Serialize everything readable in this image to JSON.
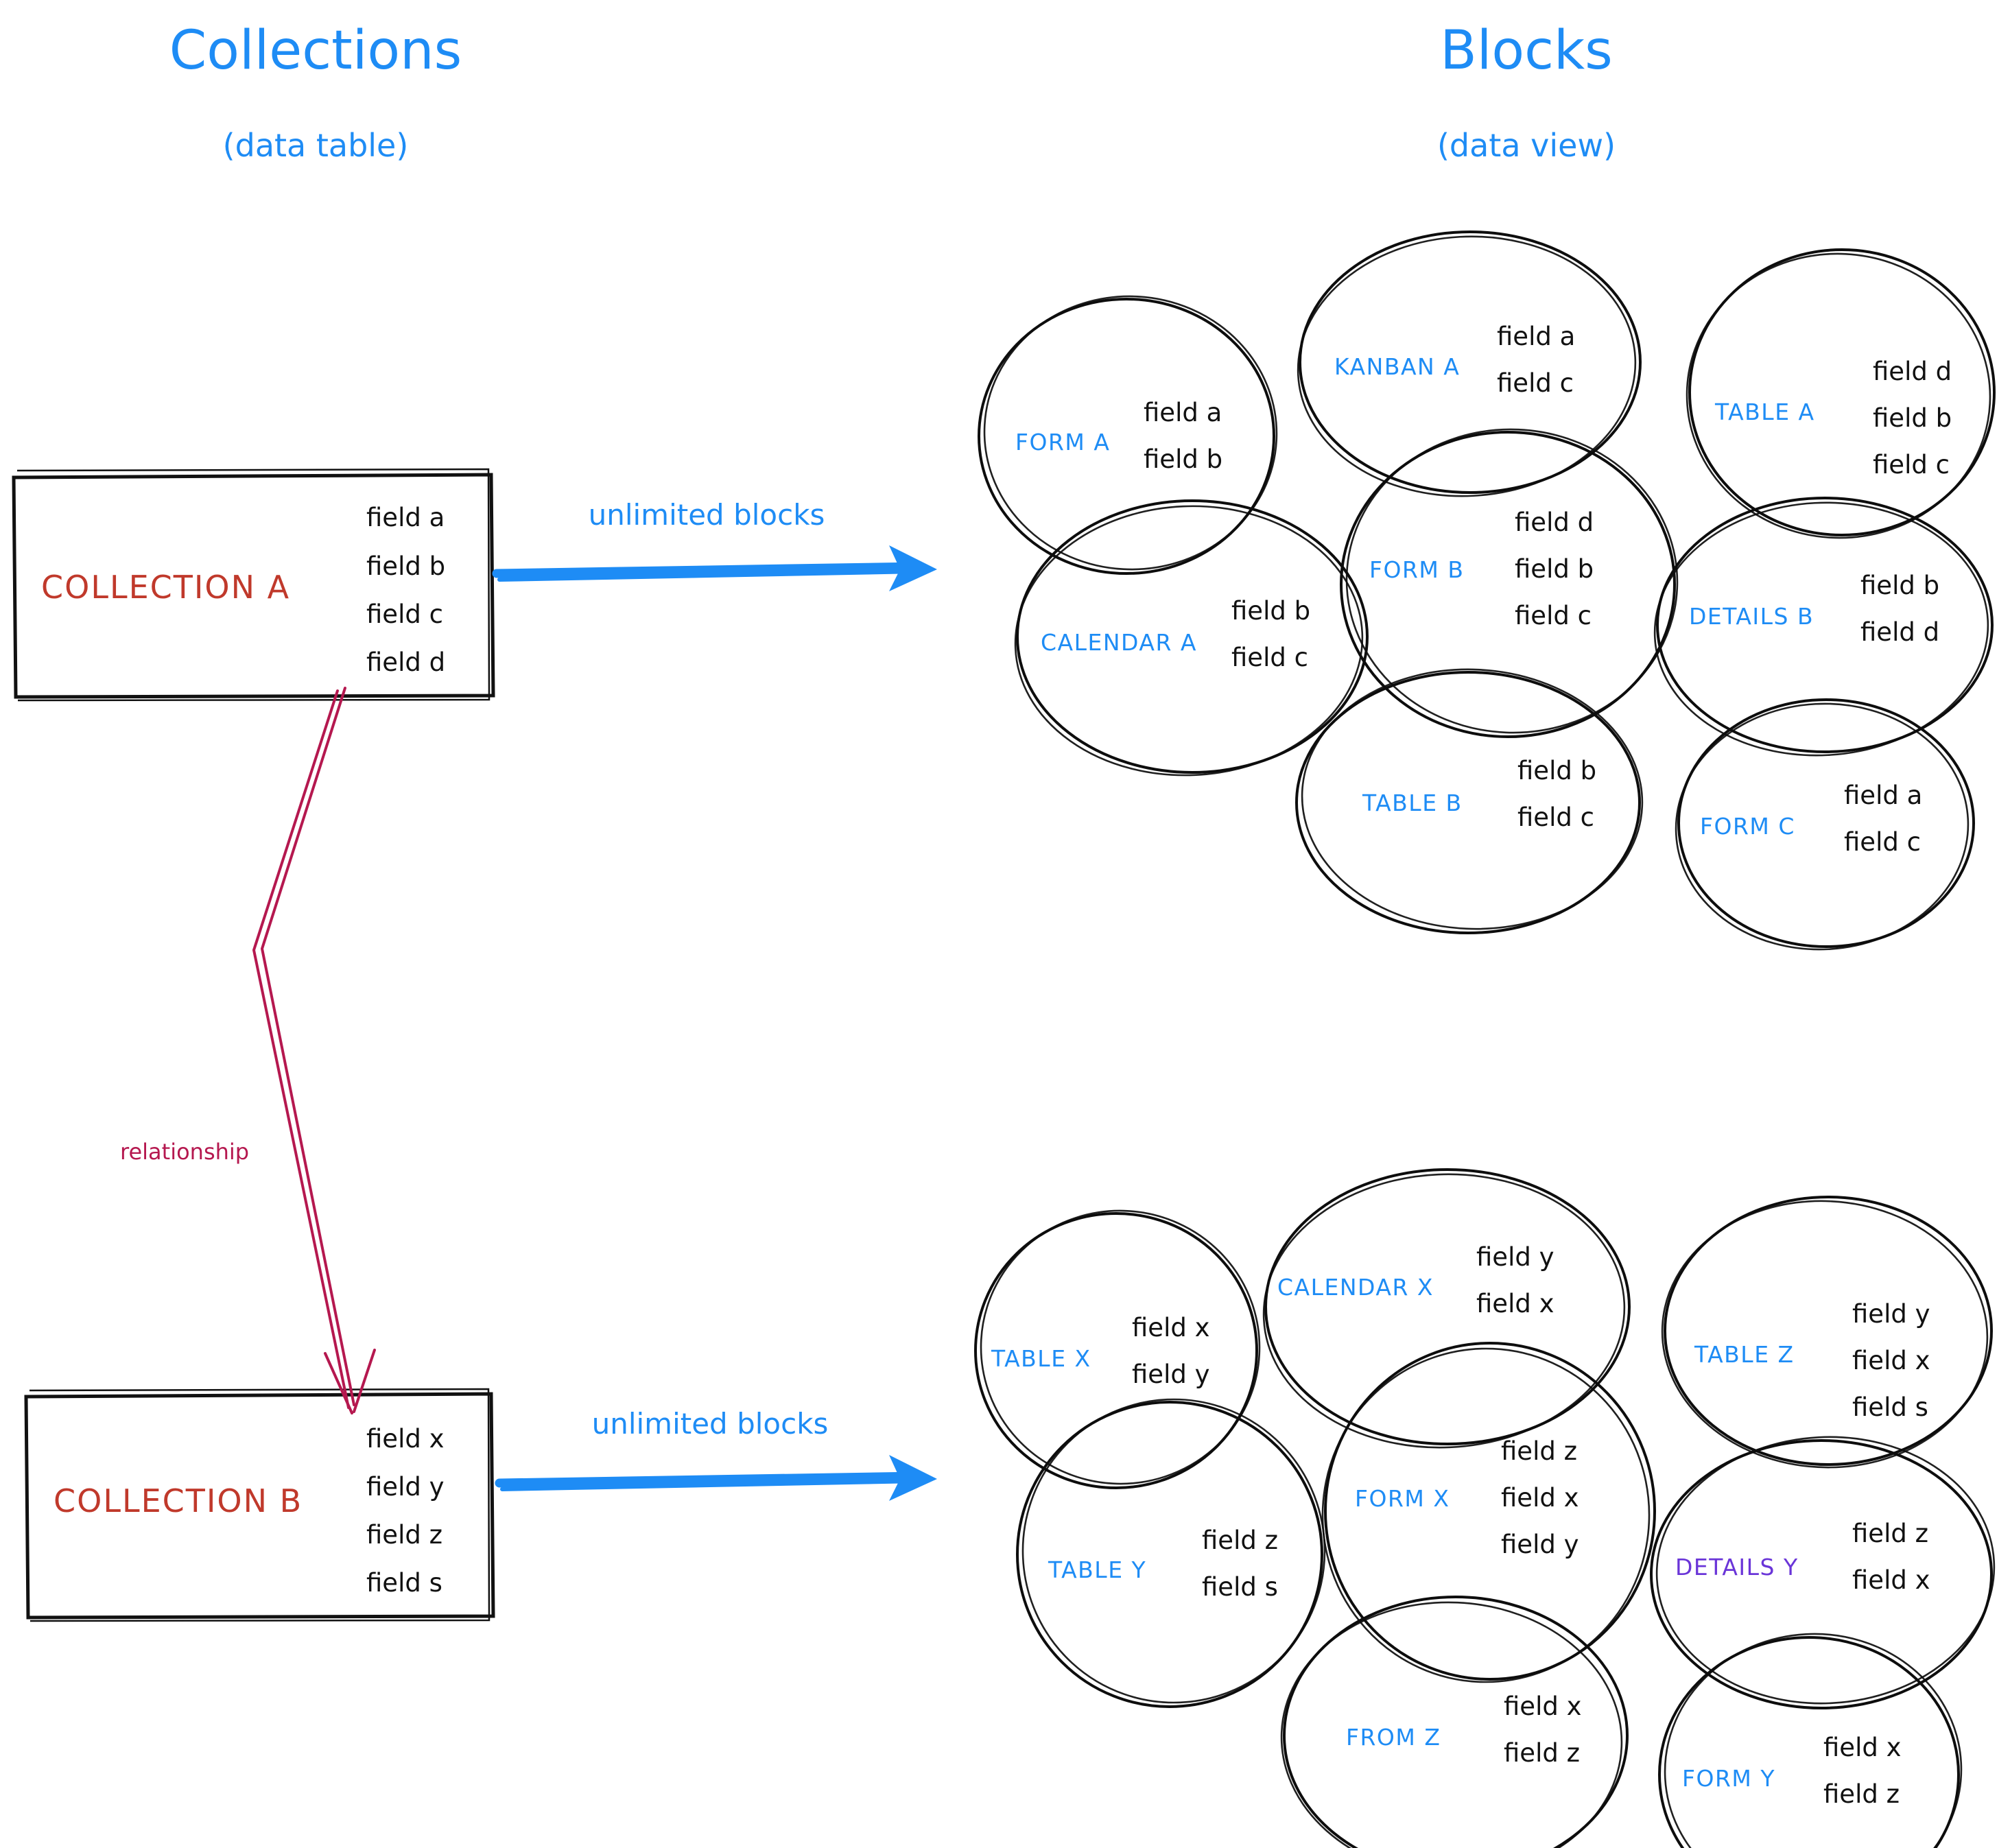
{
  "headings": {
    "left_title": "Collections",
    "left_subtitle": "(data table)",
    "right_title": "Blocks",
    "right_subtitle": "(data view)"
  },
  "colors": {
    "accent_blue": "#1e8cf5",
    "collection_red": "#c0392b",
    "relationship_crimson": "#b5184f",
    "details_purple": "#6a35d8",
    "ink_black": "#111111"
  },
  "collections": [
    {
      "name": "COLLECTION A",
      "fields": [
        "field a",
        "field b",
        "field c",
        "field d"
      ],
      "arrow_label": "unlimited blocks"
    },
    {
      "name": "COLLECTION B",
      "fields": [
        "field x",
        "field y",
        "field z",
        "field s"
      ],
      "arrow_label": "unlimited blocks"
    }
  ],
  "relationship": {
    "label": "relationship"
  },
  "block_groups": [
    {
      "for_collection": "COLLECTION A",
      "blocks": [
        {
          "label": "FORM A",
          "color": "blue",
          "fields": [
            "field a",
            "field b"
          ]
        },
        {
          "label": "KANBAN A",
          "color": "blue",
          "fields": [
            "field a",
            "field c"
          ]
        },
        {
          "label": "TABLE A",
          "color": "blue",
          "fields": [
            "field d",
            "field b",
            "field c"
          ]
        },
        {
          "label": "CALENDAR A",
          "color": "blue",
          "fields": [
            "field b",
            "field c"
          ]
        },
        {
          "label": "FORM B",
          "color": "blue",
          "fields": [
            "field d",
            "field b",
            "field c"
          ]
        },
        {
          "label": "DETAILS B",
          "color": "blue",
          "fields": [
            "field b",
            "field d"
          ]
        },
        {
          "label": "TABLE B",
          "color": "blue",
          "fields": [
            "field b",
            "field c"
          ]
        },
        {
          "label": "FORM C",
          "color": "blue",
          "fields": [
            "field a",
            "field c"
          ]
        }
      ]
    },
    {
      "for_collection": "COLLECTION B",
      "blocks": [
        {
          "label": "TABLE X",
          "color": "blue",
          "fields": [
            "field x",
            "field y"
          ]
        },
        {
          "label": "CALENDAR X",
          "color": "blue",
          "fields": [
            "field y",
            "field x"
          ]
        },
        {
          "label": "TABLE Z",
          "color": "blue",
          "fields": [
            "field y",
            "field x",
            "field s"
          ]
        },
        {
          "label": "TABLE Y",
          "color": "blue",
          "fields": [
            "field z",
            "field s"
          ]
        },
        {
          "label": "FORM X",
          "color": "blue",
          "fields": [
            "field z",
            "field x",
            "field y"
          ]
        },
        {
          "label": "DETAILS Y",
          "color": "purple",
          "fields": [
            "field z",
            "field x"
          ]
        },
        {
          "label": "FROM Z",
          "color": "blue",
          "fields": [
            "field x",
            "field z"
          ]
        },
        {
          "label": "FORM Y",
          "color": "blue",
          "fields": [
            "field x",
            "field z"
          ]
        }
      ]
    }
  ]
}
